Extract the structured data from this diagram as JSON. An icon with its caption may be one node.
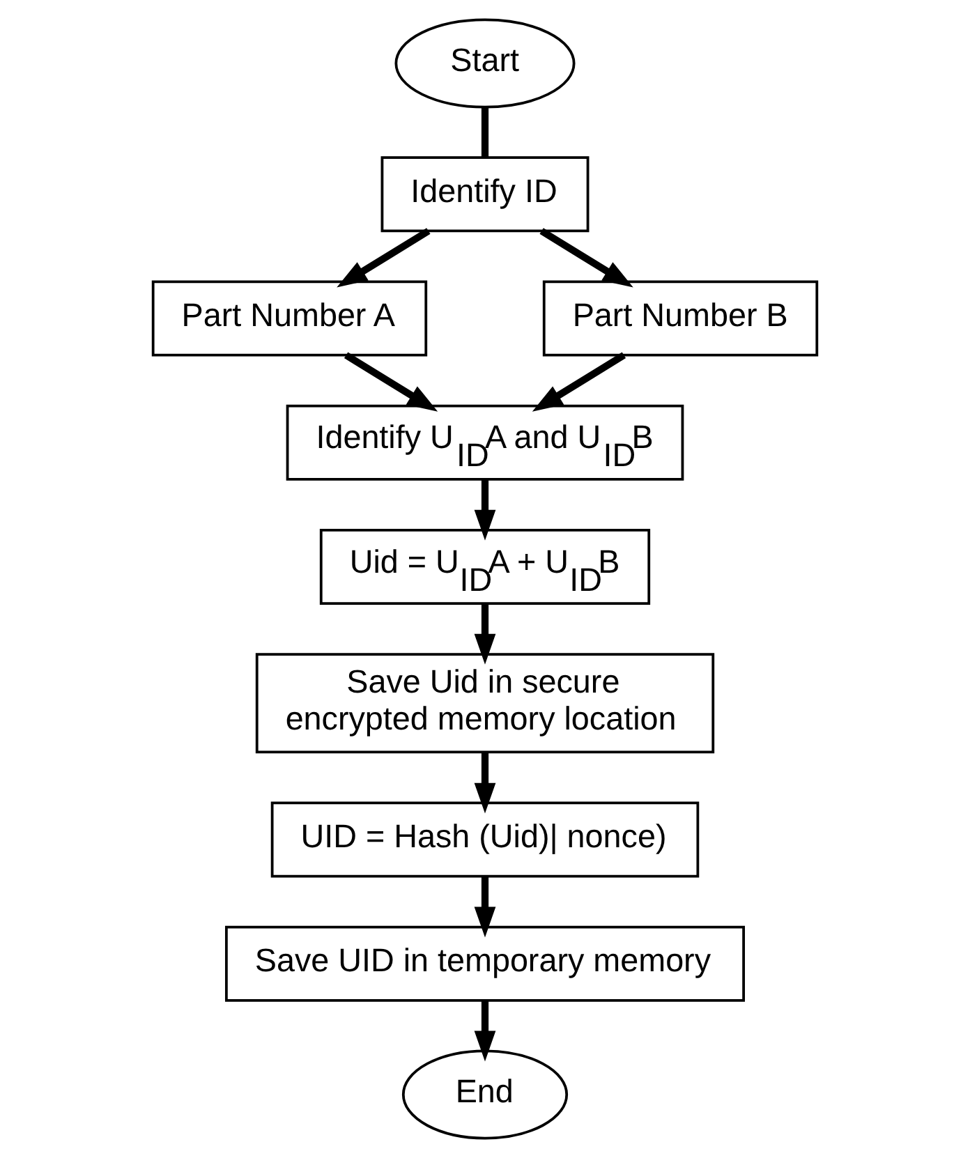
{
  "diagram": {
    "nodes": [
      {
        "text": [
          "Start"
        ]
      },
      {
        "text": [
          "Identify ID"
        ]
      },
      {
        "text": [
          "Part Number A"
        ]
      },
      {
        "text": [
          "Part Number B"
        ]
      },
      {
        "text": [
          "Identify U$_{ID}$A and U$_{ID}$B"
        ]
      },
      {
        "text": [
          "Uid = U$_{ID}$A + U$_{ID}$B"
        ]
      },
      {
        "text": [
          "Save Uid in secure encrypted memory location"
        ]
      },
      {
        "text": [
          "UID = Hash (Uid)| nonce)"
        ]
      },
      {
        "text": [
          "Save UID in temporary memory"
        ]
      },
      {
        "text": [
          "End"
        ]
      }
    ],
    "edges": [
      {
        "from": 0,
        "to": 1,
        "arrow": "none"
      },
      {
        "from": 1,
        "to": 2,
        "arrow": "to"
      },
      {
        "from": 1,
        "to": 3,
        "arrow": "to"
      },
      {
        "from": 2,
        "to": 4,
        "arrow": "to"
      },
      {
        "from": 3,
        "to": 4,
        "arrow": "to"
      },
      {
        "from": 4,
        "to": 5,
        "arrow": "to"
      },
      {
        "from": 5,
        "to": 6,
        "arrow": "to"
      },
      {
        "from": 6,
        "to": 7,
        "arrow": "to"
      },
      {
        "from": 7,
        "to": 8,
        "arrow": "to"
      },
      {
        "from": 8,
        "to": 9,
        "arrow": "to"
      }
    ]
  }
}
